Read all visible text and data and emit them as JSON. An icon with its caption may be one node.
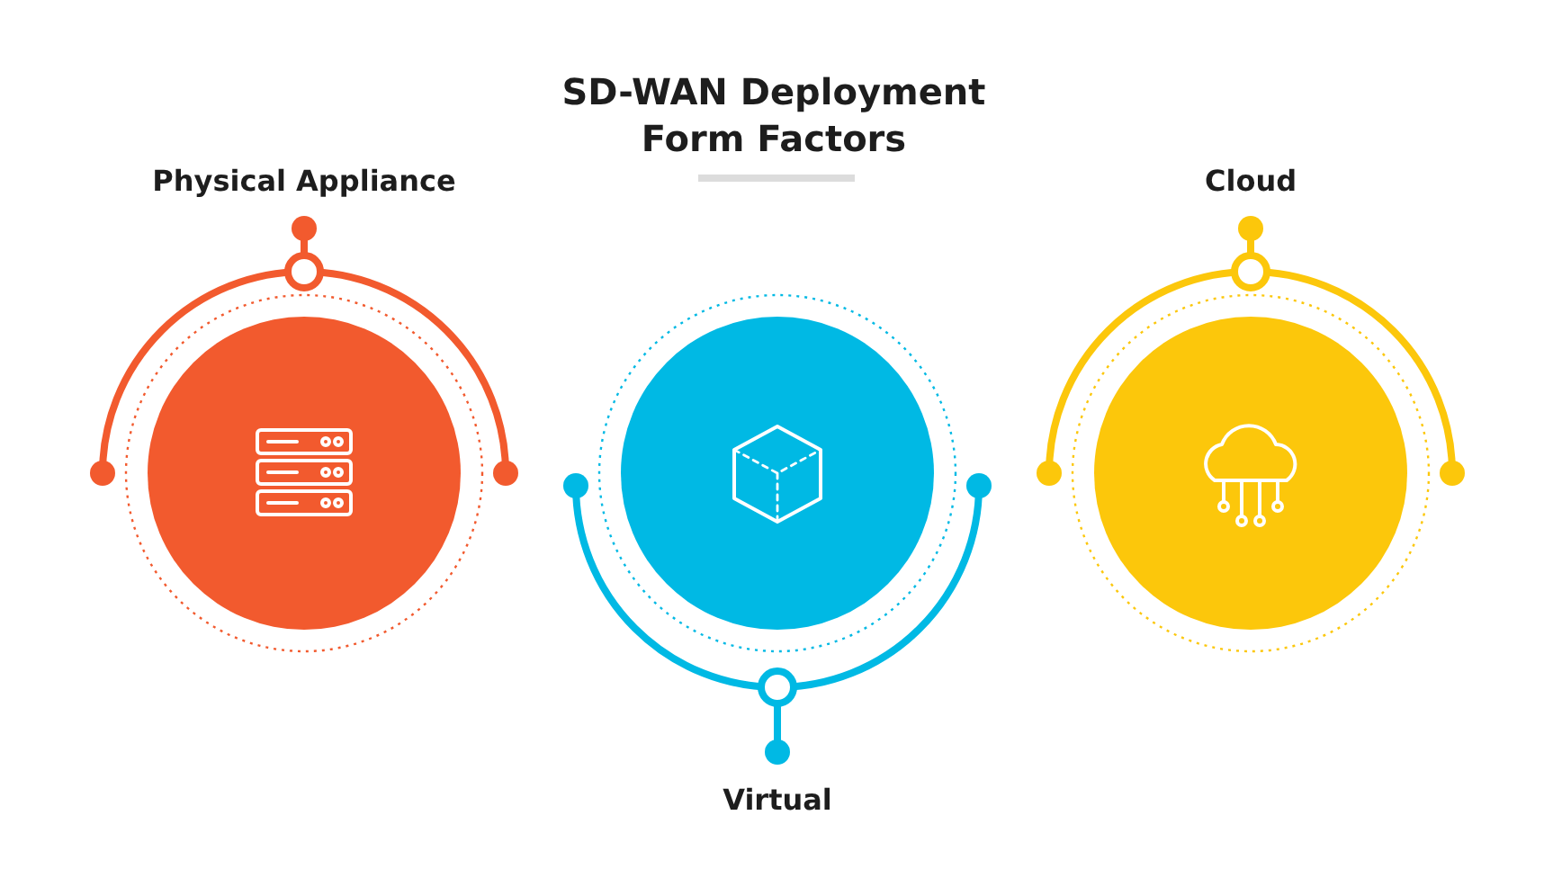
{
  "diagram": {
    "title": "SD-WAN Deployment Form Factors",
    "nodes": [
      {
        "text": [
          "Physical Appliance"
        ]
      },
      {
        "text": [
          "Virtual"
        ]
      },
      {
        "text": [
          "Cloud"
        ]
      }
    ]
  }
}
